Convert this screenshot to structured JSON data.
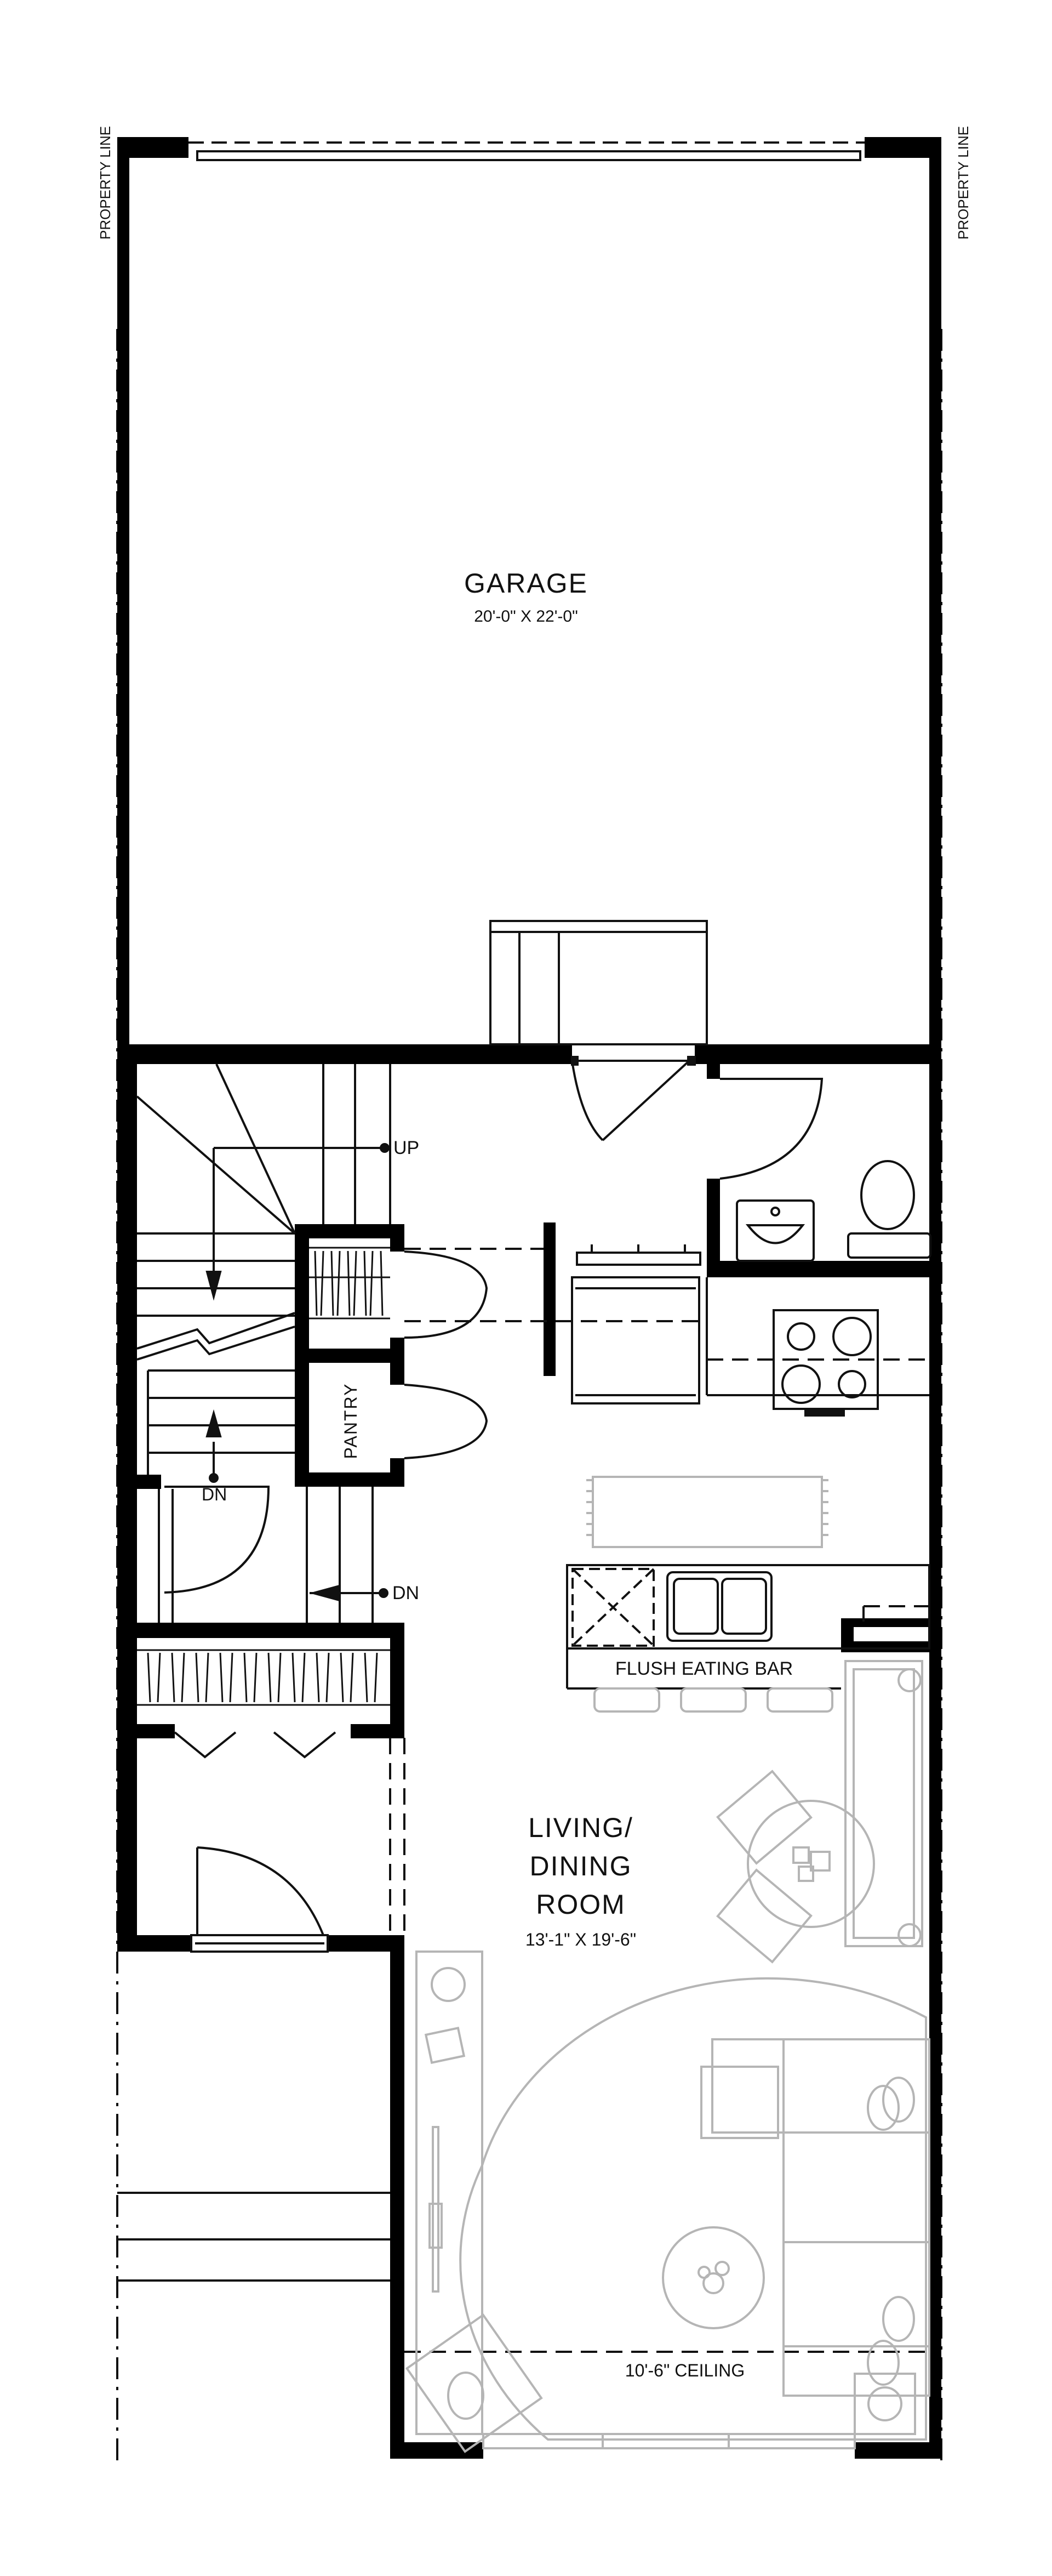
{
  "plan": {
    "property_line_left": "PROPERTY LINE",
    "property_line_right": "PROPERTY LINE",
    "rooms": {
      "garage": {
        "name": "GARAGE",
        "dimensions": "20'-0\" X 22'-0\""
      },
      "pantry": {
        "name": "PANTRY"
      },
      "living": {
        "name_line1": "LIVING/",
        "name_line2": "DINING",
        "name_line3": "ROOM",
        "dimensions": "13'-1\" X 19'-6\""
      }
    },
    "labels": {
      "stair_up": "UP",
      "stair_down_1": "DN",
      "stair_down_2": "DN",
      "eating_bar": "FLUSH EATING BAR",
      "ceiling": "10'-6\" CEILING"
    },
    "colors": {
      "wall": "#000000",
      "line": "#111111",
      "furniture": "#b5b5b5",
      "background": "#ffffff"
    }
  }
}
